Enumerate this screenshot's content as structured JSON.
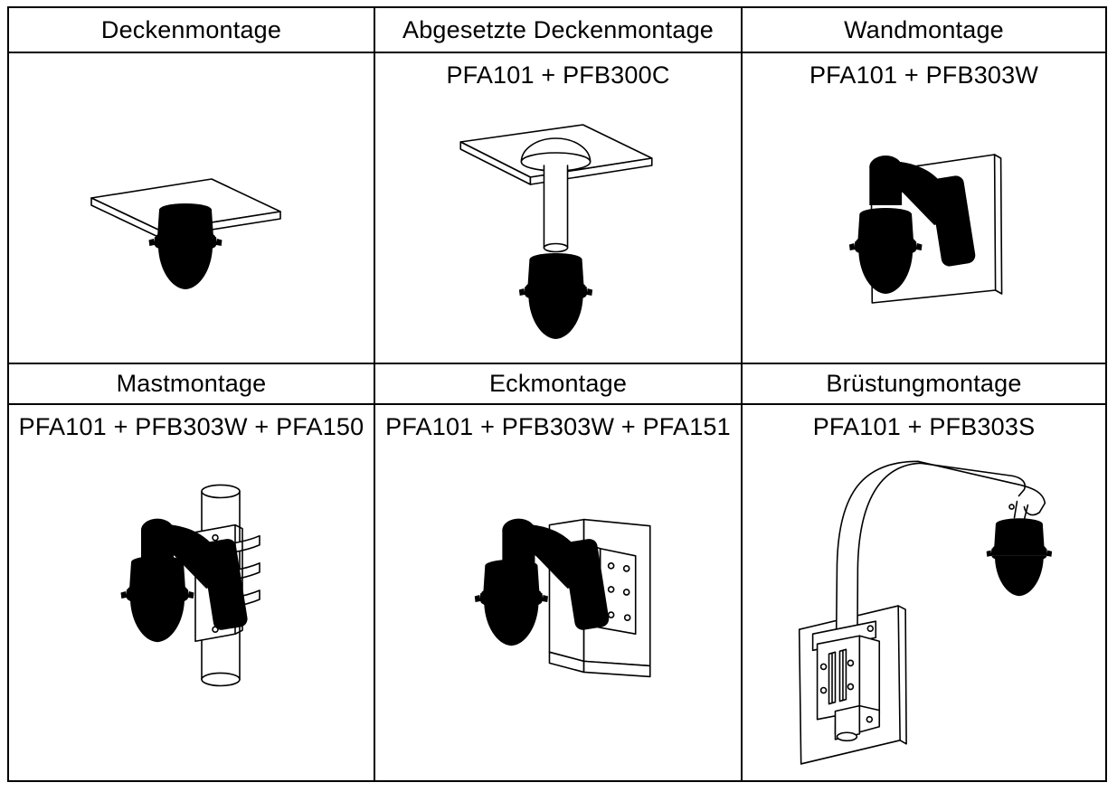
{
  "style": {
    "line_color": "#000000",
    "text_color": "#000000",
    "background": "#ffffff",
    "border_color": "#000000"
  },
  "mounts": [
    {
      "title": "Deckenmontage",
      "products": "",
      "drawing": "ceiling-mount"
    },
    {
      "title": "Abgesetzte Deckenmontage",
      "products": "PFA101 + PFB300C",
      "drawing": "pendant-ceiling-mount"
    },
    {
      "title": "Wandmontage",
      "products": "PFA101 + PFB303W",
      "drawing": "wall-mount"
    },
    {
      "title": "Mastmontage",
      "products": "PFA101 + PFB303W + PFA150",
      "drawing": "pole-mount"
    },
    {
      "title": "Eckmontage",
      "products": "PFA101 + PFB303W + PFA151",
      "drawing": "corner-mount"
    },
    {
      "title": "Brüstungmontage",
      "products": "PFA101 + PFB303S",
      "drawing": "parapet-mount"
    }
  ]
}
